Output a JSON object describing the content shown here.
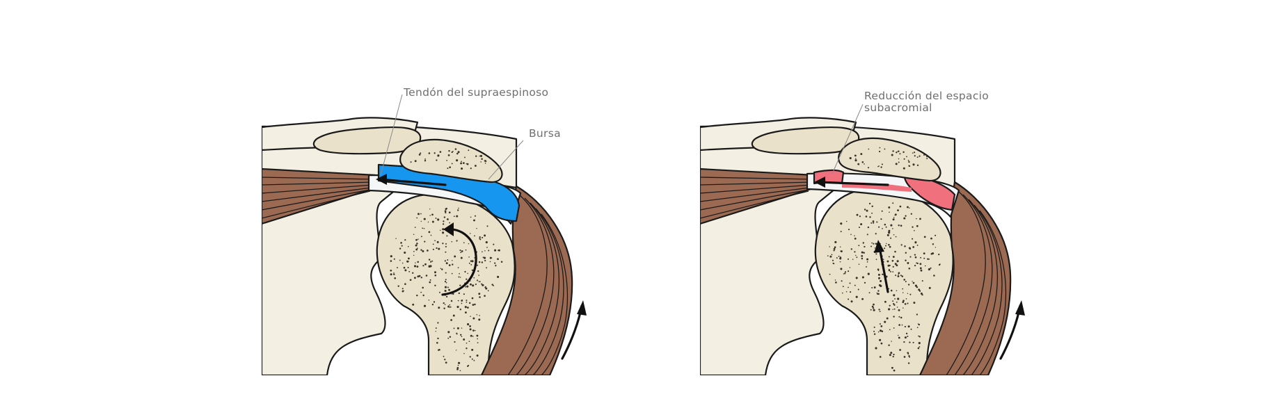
{
  "labels": {
    "left_tendon": "Tendón del supraespinoso",
    "left_bursa": "Bursa",
    "right_reduction_line1": "Reducción del espacio",
    "right_reduction_line2": "subacromial"
  },
  "colors": {
    "background": "#ffffff",
    "soft_tissue": "#f3efe2",
    "bone": "#e9e1c9",
    "muscle": "#9c6a52",
    "tendon": "#f4f6f8",
    "bursa_normal": "#1796ef",
    "bursa_impinged": "#f0707d"
  }
}
